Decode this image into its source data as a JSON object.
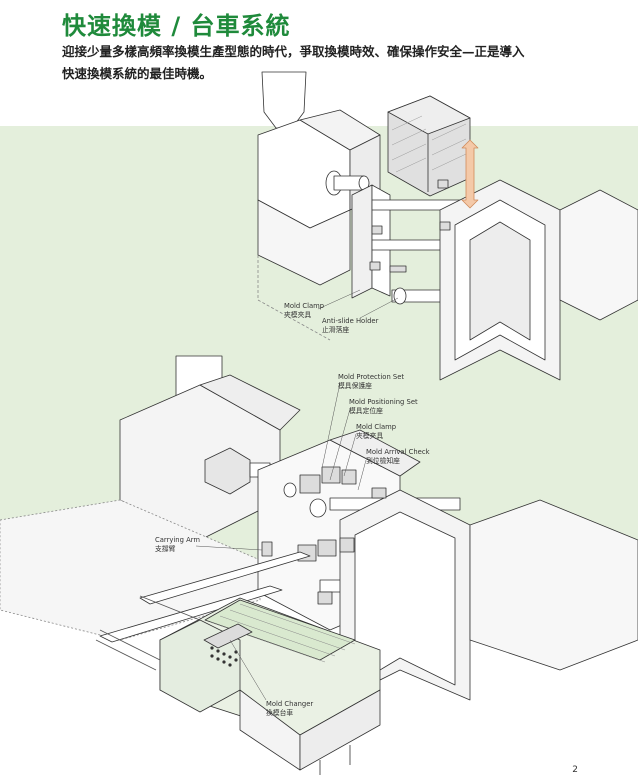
{
  "page": {
    "title": "快速換模 / 台車系統",
    "intro_lines": [
      "迎接少量多樣高頻率換模生產型態的時代，爭取換模時效、確保操作安全—正是導入",
      "快速換模系統的最佳時機。"
    ],
    "page_number": "2"
  },
  "colors": {
    "title_green": "#1f8a3b",
    "band_green": "#e4efdc"
  },
  "labels": {
    "top_mold_clamp": {
      "en": "Mold Clamp",
      "zh": "夾模夾具"
    },
    "anti_slide_holder": {
      "en": "Anti-slide Holder",
      "zh": "止滑落座"
    },
    "mold_protection_set": {
      "en": "Mold Protection Set",
      "zh": "模具保護座"
    },
    "mold_positioning_set": {
      "en": "Mold Positioning Set",
      "zh": "模具定位座"
    },
    "mold_clamp": {
      "en": "Mold Clamp",
      "zh": "夾模夾具"
    },
    "mold_arrival_check": {
      "en": "Mold Arrival Check",
      "zh": "到位檢知座"
    },
    "carrying_arm": {
      "en": "Carrying Arm",
      "zh": "支撐臂"
    },
    "mold_changer": {
      "en": "Mold Changer",
      "zh": "換模台車"
    }
  }
}
